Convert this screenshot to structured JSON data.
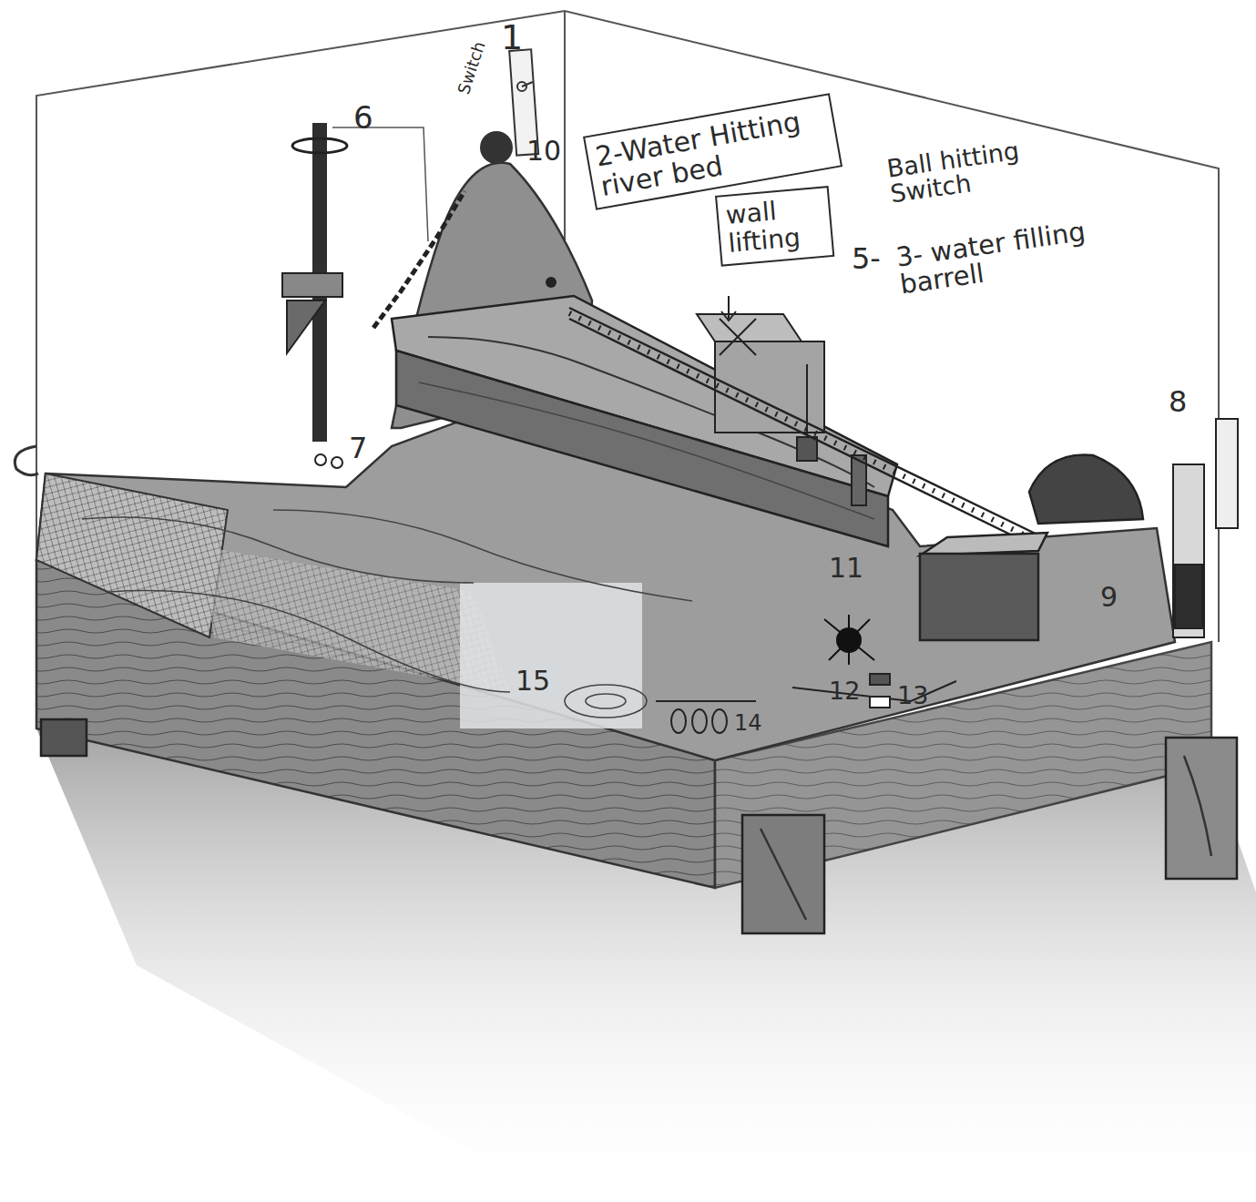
{
  "diagram": {
    "nodes": [
      {
        "text": [
          "2-Water Hitting river bed"
        ]
      },
      {
        "text": [
          "wall lifting"
        ]
      }
    ],
    "labels": [
      "1",
      "Switch",
      "10",
      "6",
      "Ball hitting Switch",
      "5-",
      "3- water filling barrell",
      "8",
      "7",
      "11",
      "9",
      "15",
      "12",
      "13",
      "14"
    ]
  }
}
